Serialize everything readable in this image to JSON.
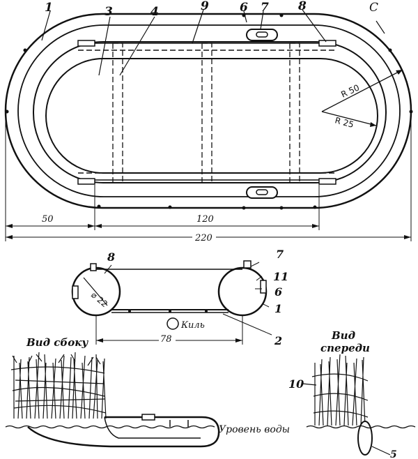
{
  "labels": {
    "n1": "1",
    "n3": "3",
    "n4": "4",
    "n9": "9",
    "n6": "6",
    "n7": "7",
    "n8": "8",
    "nC": "C",
    "r50": "R 50",
    "r25": "R 25",
    "d50": "50",
    "d120": "120",
    "d220": "220",
    "s8": "8",
    "s7": "7",
    "s11": "11",
    "s6": "6",
    "s1": "1",
    "s2": "2",
    "d22": "⌀ 22",
    "keel": "Киль",
    "d78": "78",
    "side_view": "Вид сбоку",
    "front_view_1": "Вид",
    "front_view_2": "спереди",
    "n10": "10",
    "water_level": "Уровень воды",
    "n5": "5"
  }
}
